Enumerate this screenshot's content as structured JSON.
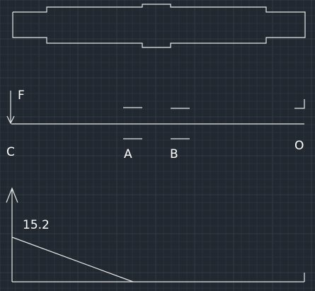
{
  "labels": {
    "force": "F",
    "point_c": "C",
    "point_a": "A",
    "point_b": "B",
    "point_o": "O"
  },
  "moment_diagram": {
    "peak_value": "15.2"
  },
  "colors": {
    "background": "#212830",
    "grid_minor": "#2b323b",
    "grid_major": "#323a44",
    "stroke": "#e8e8e8",
    "text": "#ffffff"
  }
}
